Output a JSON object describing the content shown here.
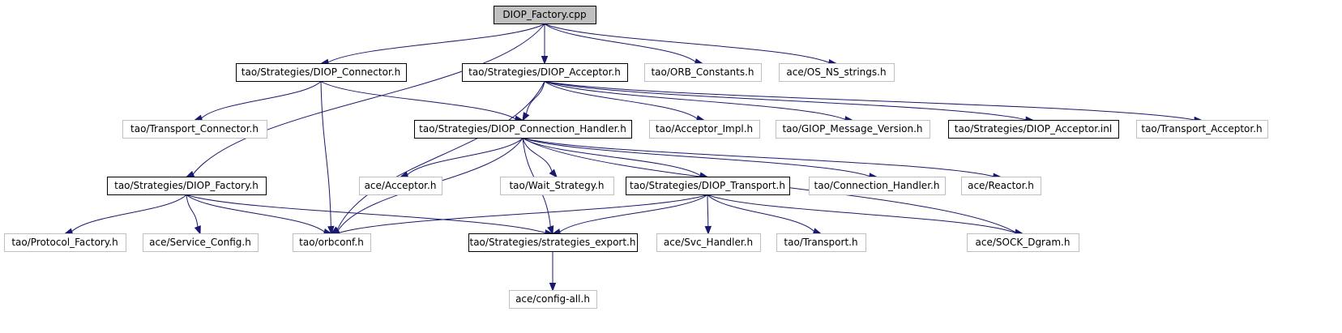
{
  "graph": {
    "colors": {
      "edge": "#191970",
      "root_fill": "#bfbfbf",
      "documented_border": "#000000",
      "external_border": "#bfbfbf"
    },
    "nodes": [
      {
        "id": "diop_factory_cpp",
        "label": "DIOP_Factory.cpp",
        "kind": "root"
      },
      {
        "id": "diop_connector_h",
        "label": "tao/Strategies/DIOP_Connector.h",
        "kind": "doc"
      },
      {
        "id": "diop_acceptor_h",
        "label": "tao/Strategies/DIOP_Acceptor.h",
        "kind": "doc"
      },
      {
        "id": "orb_constants_h",
        "label": "tao/ORB_Constants.h",
        "kind": "ext"
      },
      {
        "id": "os_ns_strings_h",
        "label": "ace/OS_NS_strings.h",
        "kind": "ext"
      },
      {
        "id": "transport_connector_h",
        "label": "tao/Transport_Connector.h",
        "kind": "ext"
      },
      {
        "id": "diop_connection_handler_h",
        "label": "tao/Strategies/DIOP_Connection_Handler.h",
        "kind": "doc"
      },
      {
        "id": "acceptor_impl_h",
        "label": "tao/Acceptor_Impl.h",
        "kind": "ext"
      },
      {
        "id": "giop_message_version_h",
        "label": "tao/GIOP_Message_Version.h",
        "kind": "ext"
      },
      {
        "id": "diop_acceptor_inl",
        "label": "tao/Strategies/DIOP_Acceptor.inl",
        "kind": "doc"
      },
      {
        "id": "transport_acceptor_h",
        "label": "tao/Transport_Acceptor.h",
        "kind": "ext"
      },
      {
        "id": "diop_factory_h",
        "label": "tao/Strategies/DIOP_Factory.h",
        "kind": "doc"
      },
      {
        "id": "ace_acceptor_h",
        "label": "ace/Acceptor.h",
        "kind": "ext"
      },
      {
        "id": "wait_strategy_h",
        "label": "tao/Wait_Strategy.h",
        "kind": "ext"
      },
      {
        "id": "diop_transport_h",
        "label": "tao/Strategies/DIOP_Transport.h",
        "kind": "doc"
      },
      {
        "id": "connection_handler_h",
        "label": "tao/Connection_Handler.h",
        "kind": "ext"
      },
      {
        "id": "ace_reactor_h",
        "label": "ace/Reactor.h",
        "kind": "ext"
      },
      {
        "id": "protocol_factory_h",
        "label": "tao/Protocol_Factory.h",
        "kind": "ext"
      },
      {
        "id": "service_config_h",
        "label": "ace/Service_Config.h",
        "kind": "ext"
      },
      {
        "id": "orbconf_h",
        "label": "tao/orbconf.h",
        "kind": "ext"
      },
      {
        "id": "strategies_export_h",
        "label": "tao/Strategies/strategies_export.h",
        "kind": "doc"
      },
      {
        "id": "svc_handler_h",
        "label": "ace/Svc_Handler.h",
        "kind": "ext"
      },
      {
        "id": "transport_h",
        "label": "tao/Transport.h",
        "kind": "ext"
      },
      {
        "id": "sock_dgram_h",
        "label": "ace/SOCK_Dgram.h",
        "kind": "ext"
      },
      {
        "id": "config_all_h",
        "label": "ace/config-all.h",
        "kind": "ext"
      }
    ],
    "edges": [
      [
        "diop_factory_cpp",
        "diop_connector_h"
      ],
      [
        "diop_factory_cpp",
        "diop_acceptor_h"
      ],
      [
        "diop_factory_cpp",
        "orb_constants_h"
      ],
      [
        "diop_factory_cpp",
        "os_ns_strings_h"
      ],
      [
        "diop_factory_cpp",
        "diop_factory_h"
      ],
      [
        "diop_connector_h",
        "transport_connector_h"
      ],
      [
        "diop_connector_h",
        "diop_connection_handler_h"
      ],
      [
        "diop_connector_h",
        "orbconf_h"
      ],
      [
        "diop_acceptor_h",
        "diop_connection_handler_h"
      ],
      [
        "diop_acceptor_h",
        "acceptor_impl_h"
      ],
      [
        "diop_acceptor_h",
        "giop_message_version_h"
      ],
      [
        "diop_acceptor_h",
        "diop_acceptor_inl"
      ],
      [
        "diop_acceptor_h",
        "transport_acceptor_h"
      ],
      [
        "diop_acceptor_h",
        "orbconf_h"
      ],
      [
        "diop_connection_handler_h",
        "ace_acceptor_h"
      ],
      [
        "diop_connection_handler_h",
        "wait_strategy_h"
      ],
      [
        "diop_connection_handler_h",
        "diop_transport_h"
      ],
      [
        "diop_connection_handler_h",
        "connection_handler_h"
      ],
      [
        "diop_connection_handler_h",
        "ace_reactor_h"
      ],
      [
        "diop_connection_handler_h",
        "sock_dgram_h"
      ],
      [
        "diop_connection_handler_h",
        "strategies_export_h"
      ],
      [
        "diop_connection_handler_h",
        "orbconf_h"
      ],
      [
        "diop_factory_h",
        "protocol_factory_h"
      ],
      [
        "diop_factory_h",
        "service_config_h"
      ],
      [
        "diop_factory_h",
        "orbconf_h"
      ],
      [
        "diop_factory_h",
        "strategies_export_h"
      ],
      [
        "diop_transport_h",
        "orbconf_h"
      ],
      [
        "diop_transport_h",
        "strategies_export_h"
      ],
      [
        "diop_transport_h",
        "svc_handler_h"
      ],
      [
        "diop_transport_h",
        "transport_h"
      ],
      [
        "diop_transport_h",
        "sock_dgram_h"
      ],
      [
        "strategies_export_h",
        "config_all_h"
      ]
    ]
  }
}
